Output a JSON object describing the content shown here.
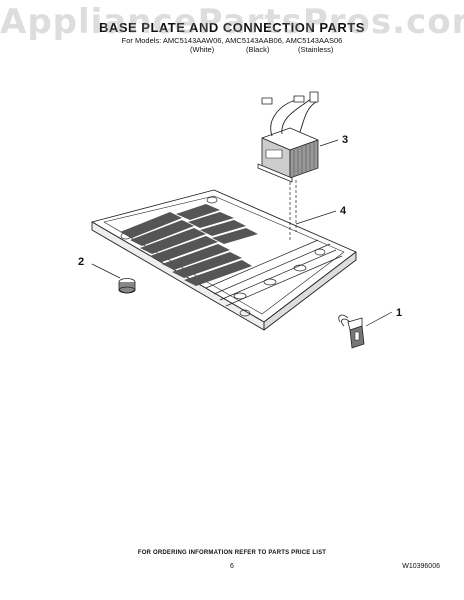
{
  "watermark": "AppliancePartsPros.com",
  "header": {
    "title": "BASE PLATE AND CONNECTION PARTS",
    "models_line": "For Models: AMC5143AAW06, AMC5143AAB06, AMC5143AAS06",
    "variants": [
      "(White)",
      "(Black)",
      "(Stainless)"
    ]
  },
  "callouts": [
    "1",
    "2",
    "3",
    "4"
  ],
  "footer": {
    "note": "FOR ORDERING INFORMATION REFER TO PARTS PRICE LIST",
    "page_number": "6",
    "document_number": "W10396006"
  },
  "colors": {
    "line": "#222222",
    "shade": "#555555",
    "watermark": "#969696"
  }
}
